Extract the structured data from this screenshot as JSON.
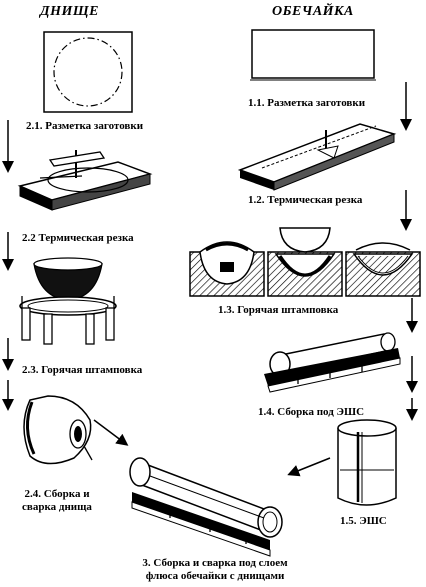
{
  "headers": {
    "left": "ДНИЩЕ",
    "right": "ОБЕЧАЙКА"
  },
  "left_steps": [
    {
      "label": "2.1. Разметка заготовки"
    },
    {
      "label": "2.2 Термическая резка"
    },
    {
      "label": "2.3. Горячая  штамповка"
    },
    {
      "label_line1": "2.4. Сборка и",
      "label_line2": "сварка днища"
    }
  ],
  "right_steps": [
    {
      "label": "1.1. Разметка заготовки"
    },
    {
      "label": "1.2. Термическая резка"
    },
    {
      "label": "1.3. Горячая штамповка"
    },
    {
      "label": "1.4. Сборка  под ЭШС"
    },
    {
      "label": "1.5. ЭШС"
    }
  ],
  "final_step": {
    "line1": "3. Сборка  и сварка  под  слоем",
    "line2": "флюса обечайки с днищами"
  }
}
